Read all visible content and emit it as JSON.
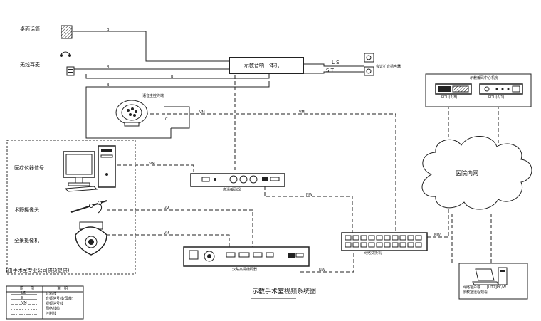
{
  "title": "示教手术室视频系统图",
  "nodes": {
    "table_microphone": "桌面话筒",
    "wireless_headset": "无线耳麦",
    "mixer_amplifier": "示教音响一体机",
    "speaker_note": "L S",
    "speaker_note2": "S T",
    "ceiling_speaker": "会议扩音扬声器",
    "voice_terminal": "语音主控终端",
    "medical_signal": "医疗仪器信号",
    "field_camera": "术野摄像头",
    "panoramic_camera": "全景摄像机",
    "third_party_note": "(由手术室专业公司供货提供)",
    "hd_encoder": "高清编码器",
    "network_switch": "网络交换机",
    "hospital_intranet": "医院内网",
    "dual_channel_encoder": "双路高清编码器",
    "codec_center": "示教编码中心机房",
    "codec_unit_a": "PDU(2/8)",
    "codec_unit_b": "PDU(6/1)",
    "client_pc": "网络客户端",
    "client_note": "示教室远程观看",
    "client_label": "[UT2]PC/W"
  },
  "wire_labels": {
    "audio": "B",
    "video": "VM",
    "network": "NW",
    "control": "C"
  },
  "legend": {
    "header_a": "图　　例",
    "header_b": "说　明",
    "rows": [
      {
        "line": "LS",
        "desc": "音箱线"
      },
      {
        "line": "B",
        "desc": "音频信号线(屏蔽)"
      },
      {
        "line": "VM",
        "desc": "视频信号线"
      },
      {
        "line": "",
        "desc": "网络线缆"
      },
      {
        "line": "",
        "desc": "控制线"
      }
    ]
  },
  "colors": {
    "line": "#1a1a1a",
    "fill": "#ffffff"
  }
}
